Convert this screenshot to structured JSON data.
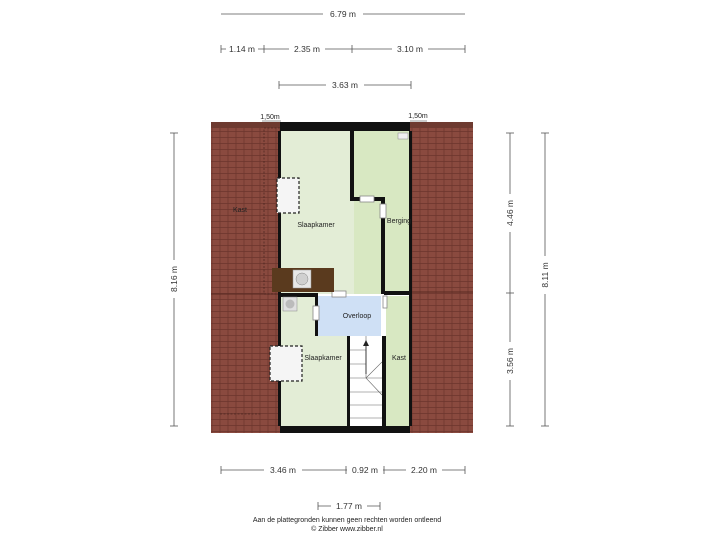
{
  "dimensions": {
    "top_total": "6.79 m",
    "top_left": "1.14 m",
    "top_mid": "2.35 m",
    "top_right": "3.10 m",
    "top_inner": "3.63 m",
    "roof_left": "1,50m",
    "roof_right": "1,50m",
    "left_total": "8.16 m",
    "right_upper": "4.46 m",
    "right_lower": "3.56 m",
    "right_total": "8.11 m",
    "bottom_left": "3.46 m",
    "bottom_mid": "0.92 m",
    "bottom_right": "2.20 m",
    "bottom_stair": "1.77 m"
  },
  "rooms": {
    "kast_left": "Kast",
    "slaapkamer_top": "Slaapkamer",
    "berging": "Berging",
    "overloop": "Overloop",
    "slaapkamer_bottom": "Slaapkamer",
    "kast_right": "Kast"
  },
  "footer": {
    "disclaimer": "Aan de plattegronden kunnen geen rechten worden ontleend",
    "copyright": "© Zibber www.zibber.nl"
  },
  "colors": {
    "roof": "#8a4a3f",
    "bedroom_floor": "#e3edd6",
    "storage_floor": "#d8e8c2",
    "landing_floor": "#cfe0f5",
    "wall": "#111111"
  }
}
